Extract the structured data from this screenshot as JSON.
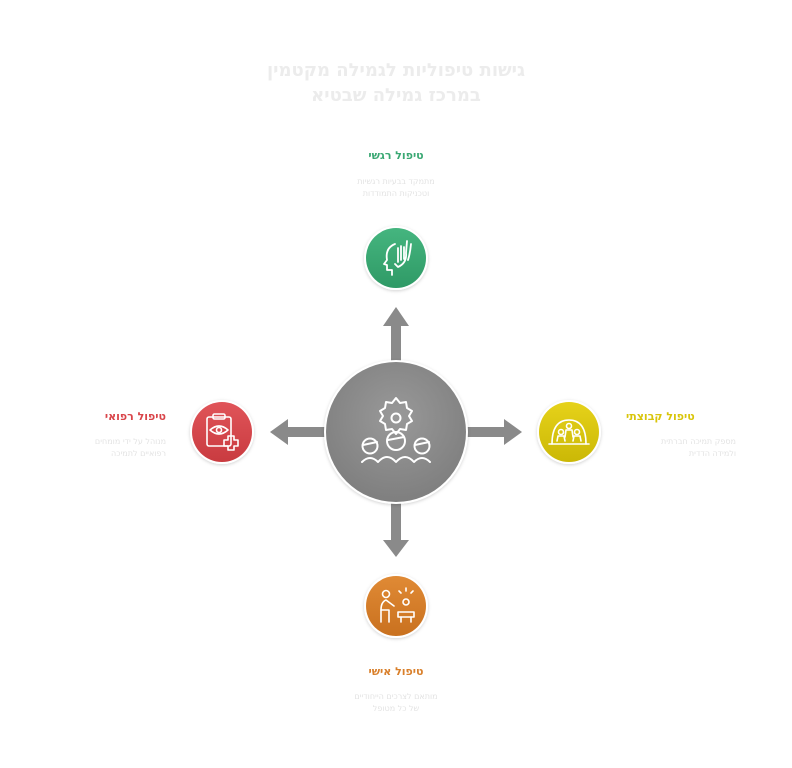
{
  "title": {
    "line1": "גישות טיפוליות לגמילה מקטמין",
    "line2": "במרכז גמילה שבטיא"
  },
  "nodes": {
    "top": {
      "label": "טיפול רגשי",
      "desc1": "מתמקד בבעיות רגשיות",
      "desc2": "וטכניקות התמודדות"
    },
    "right": {
      "label": "טיפול קבוצתי",
      "desc1": "מספק תמיכה חברתית",
      "desc2": "ולמידה הדדית"
    },
    "bottom": {
      "label": "טיפול אישי",
      "desc1": "מותאם לצרכים הייחודיים",
      "desc2": "של כל מטופל"
    },
    "left": {
      "label": "טיפול רפואי",
      "desc1": "מנוהל על ידי מומחים",
      "desc2": "רפואיים לתמיכה"
    }
  },
  "colors": {
    "green": "#3aa873",
    "yellow": "#d9c50b",
    "orange": "#d97f2a",
    "red": "#d9454a",
    "hub": "#8c8c8c",
    "arrow": "#8a8a8a"
  },
  "icons": {
    "hub": "gear-people-icon",
    "top": "head-hand-icon",
    "right": "group-dome-icon",
    "bottom": "person-teaching-icon",
    "left": "clipboard-eye-icon"
  }
}
